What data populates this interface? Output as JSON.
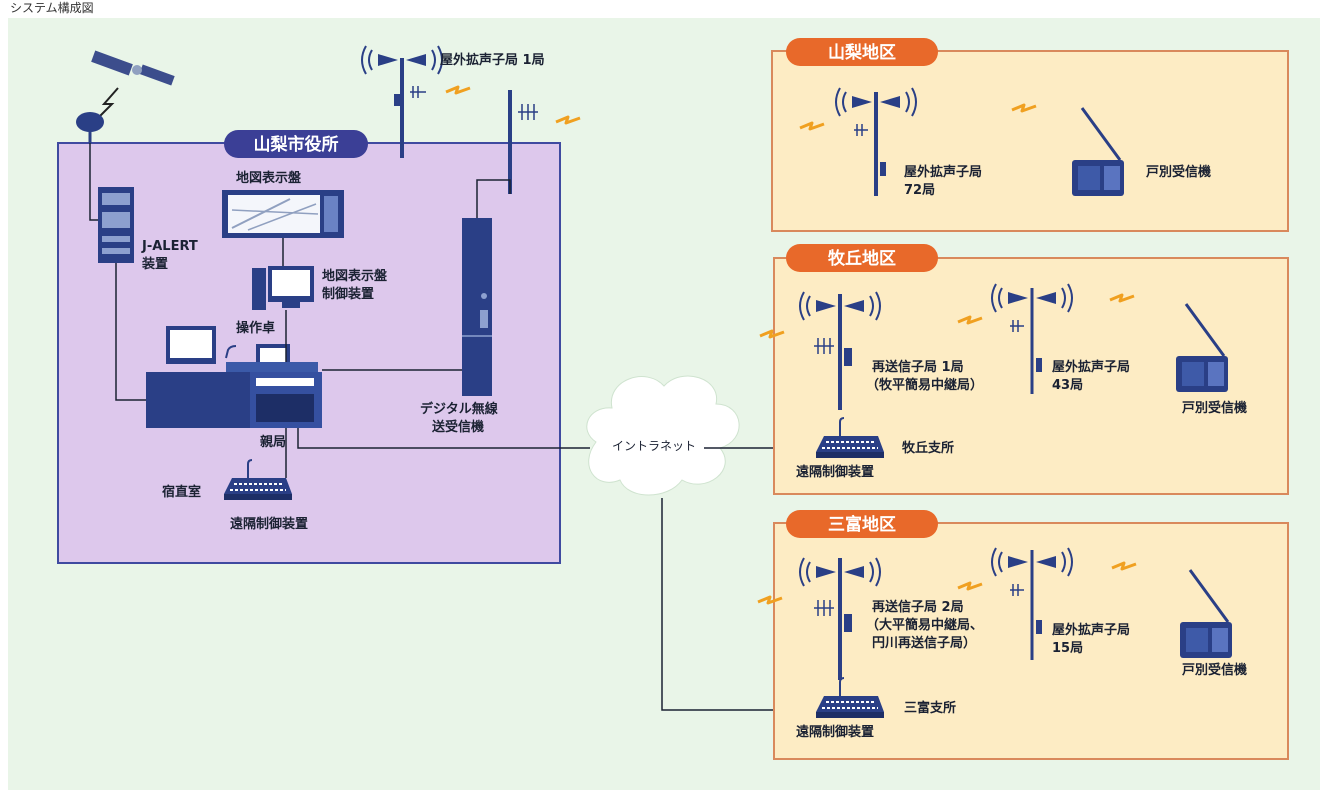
{
  "top_caption": "システム構成図",
  "colors": {
    "background": "#e9f5e8",
    "city_hall_fill": "#ddc8ec",
    "city_hall_border": "#3f4aa0",
    "city_hall_header": "#3b3f96",
    "district_fill": "#fdecc4",
    "district_border": "#d9895c",
    "district_header": "#e8692a",
    "equipment": "#2a3f86",
    "radio_wave": "#f0a020",
    "cloud": "#ffffff"
  },
  "city_hall": {
    "title": "山梨市役所",
    "satellite_icon": "satellite-icon",
    "j_alert_line1": "J-ALERT",
    "j_alert_line2": "装置",
    "map_board": "地図表示盤",
    "map_controller_line1": "地図表示盤",
    "map_controller_line2": "制御装置",
    "console": "操作卓",
    "master_station": "親局",
    "radio_line1": "デジタル無線",
    "radio_line2": "送受信機",
    "night_room": "宿直室",
    "remote_control": "遠隔制御装置",
    "outdoor_speaker_top": "屋外拡声子局 1局"
  },
  "network": {
    "intranet": "イントラネット"
  },
  "districts": [
    {
      "title": "山梨地区",
      "speaker_line1": "屋外拡声子局",
      "speaker_line2": "72局",
      "receiver": "戸別受信機"
    },
    {
      "title": "牧丘地区",
      "relay_line1": "再送信子局 1局",
      "relay_line2": "（牧平簡易中継局）",
      "speaker_line1": "屋外拡声子局",
      "speaker_line2": "43局",
      "receiver": "戸別受信機",
      "branch": "牧丘支所",
      "remote_control": "遠隔制御装置"
    },
    {
      "title": "三富地区",
      "relay_line1": "再送信子局 2局",
      "relay_line2": "（大平簡易中継局、",
      "relay_line3": "円川再送信子局）",
      "speaker_line1": "屋外拡声子局",
      "speaker_line2": "15局",
      "receiver": "戸別受信機",
      "branch": "三富支所",
      "remote_control": "遠隔制御装置"
    }
  ]
}
